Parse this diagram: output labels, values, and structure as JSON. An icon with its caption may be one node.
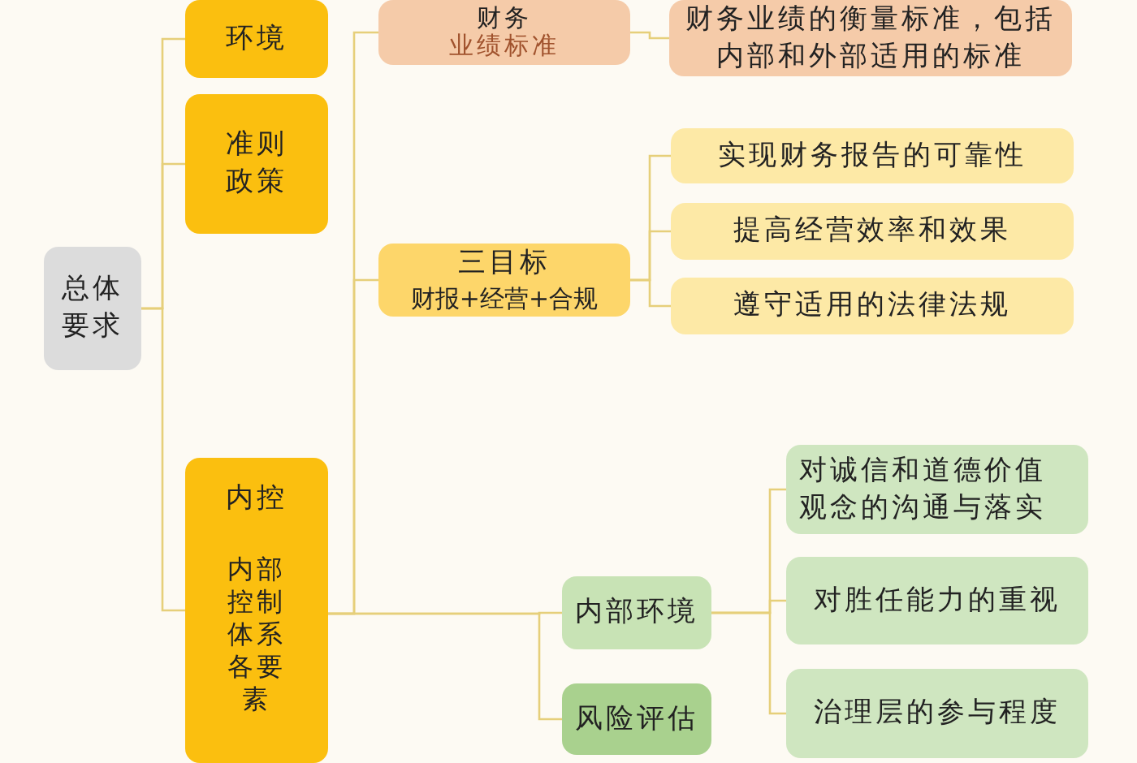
{
  "diagram": {
    "nodes": [
      {
        "text": [
          "总体要求"
        ]
      },
      {
        "text": [
          "环境"
        ]
      },
      {
        "text": [
          "准则政策"
        ]
      },
      {
        "text": [
          "内控",
          "内部控制体系各要素"
        ]
      },
      {
        "text": [
          "财务",
          "业绩标准"
        ]
      },
      {
        "text": [
          "财务业绩的衡量标准，包括内部和外部适用的标准"
        ]
      },
      {
        "text": [
          "三目标",
          "财报+经营+合规"
        ]
      },
      {
        "text": [
          "实现财务报告的可靠性"
        ]
      },
      {
        "text": [
          "提高经营效率和效果"
        ]
      },
      {
        "text": [
          "遵守适用的法律法规"
        ]
      },
      {
        "text": [
          "内部环境"
        ]
      },
      {
        "text": [
          "对诚信和道德价值观念的沟通与落实"
        ]
      },
      {
        "text": [
          "对胜任能力的重视"
        ]
      },
      {
        "text": [
          "治理层的参与程度"
        ]
      },
      {
        "text": [
          "风险评估"
        ]
      }
    ],
    "edges": [
      {
        "from": 0,
        "to": 1,
        "arrow": "none"
      },
      {
        "from": 0,
        "to": 2,
        "arrow": "none"
      },
      {
        "from": 0,
        "to": 3,
        "arrow": "none"
      },
      {
        "from": 3,
        "to": 4,
        "arrow": "none"
      },
      {
        "from": 4,
        "to": 5,
        "arrow": "none"
      },
      {
        "from": 3,
        "to": 6,
        "arrow": "none"
      },
      {
        "from": 6,
        "to": 7,
        "arrow": "none"
      },
      {
        "from": 6,
        "to": 8,
        "arrow": "none"
      },
      {
        "from": 6,
        "to": 9,
        "arrow": "none"
      },
      {
        "from": 3,
        "to": 10,
        "arrow": "none"
      },
      {
        "from": 10,
        "to": 11,
        "arrow": "none"
      },
      {
        "from": 10,
        "to": 12,
        "arrow": "none"
      },
      {
        "from": 10,
        "to": 13,
        "arrow": "none"
      },
      {
        "from": 3,
        "to": 14,
        "arrow": "none"
      }
    ]
  }
}
